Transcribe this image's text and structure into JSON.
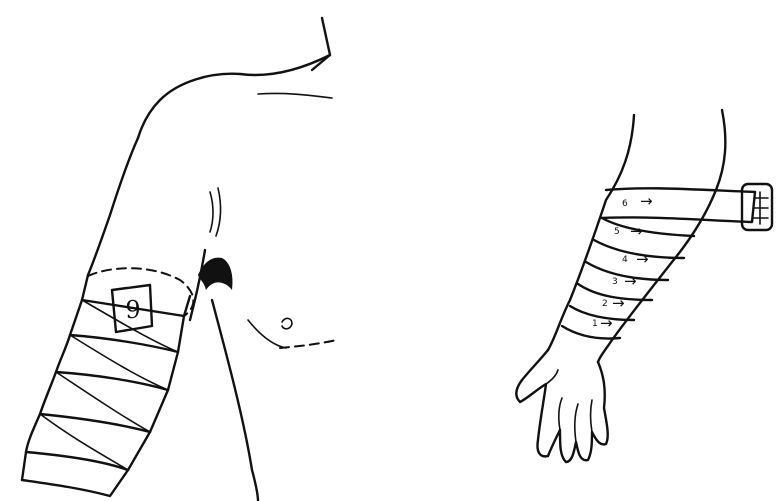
{
  "left_figure": {
    "bandage_tag_label": "9"
  },
  "right_figure": {
    "turn_numbers": [
      "6",
      "5",
      "4",
      "3",
      "2",
      "1"
    ],
    "arrow_glyph": "→"
  },
  "colors": {
    "ink": "#111111",
    "background": "#ffffff"
  }
}
